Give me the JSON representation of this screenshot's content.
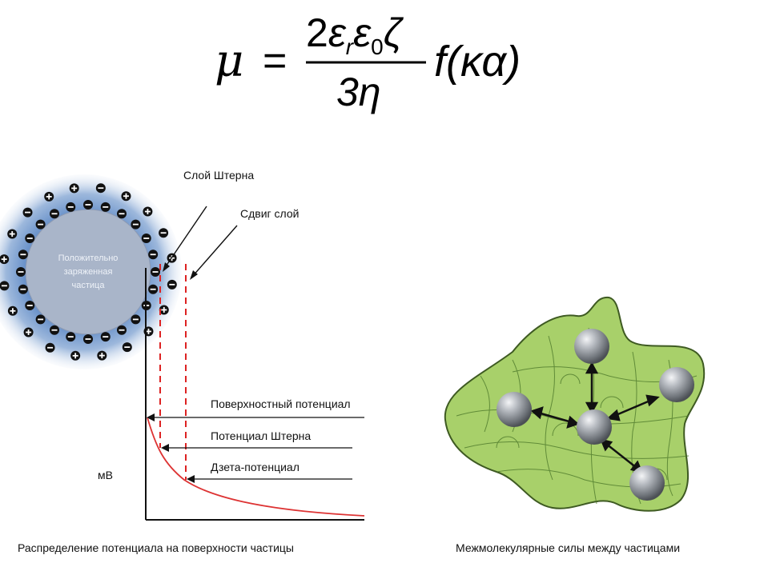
{
  "formula": {
    "lhs": "μ",
    "equals": "=",
    "numerator": "2εrε0ζ",
    "numerator_parts": {
      "two": "2",
      "eps": "ε",
      "sub_r": "r",
      "eps2": "ε",
      "sub_0": "0",
      "zeta": "ζ"
    },
    "denominator": "3η",
    "function": "f(κα)"
  },
  "left_diagram": {
    "particle_label_line1": "Положительно",
    "particle_label_line2": "заряженная",
    "particle_label_line3": "частица",
    "stern_layer_label": "Слой Штерна",
    "shear_layer_label": "Сдвиг слой",
    "surface_potential_label": "Поверхностный потенциал",
    "stern_potential_label": "Потенциал Штерна",
    "zeta_potential_label": "Дзета-потенциал",
    "axis_unit": "мВ",
    "caption": "Распределение потенциала на поверхности частицы",
    "colors": {
      "curve": "#d33",
      "dashed": "#d22",
      "halo": "#3f6fb5",
      "core": "#9aa9c4"
    }
  },
  "right_diagram": {
    "caption": "Межмолекулярные силы между частицами",
    "colors": {
      "blob": "#a8d06a",
      "blob_stroke": "#3e5a22",
      "sphere": "#8a8f96"
    }
  }
}
